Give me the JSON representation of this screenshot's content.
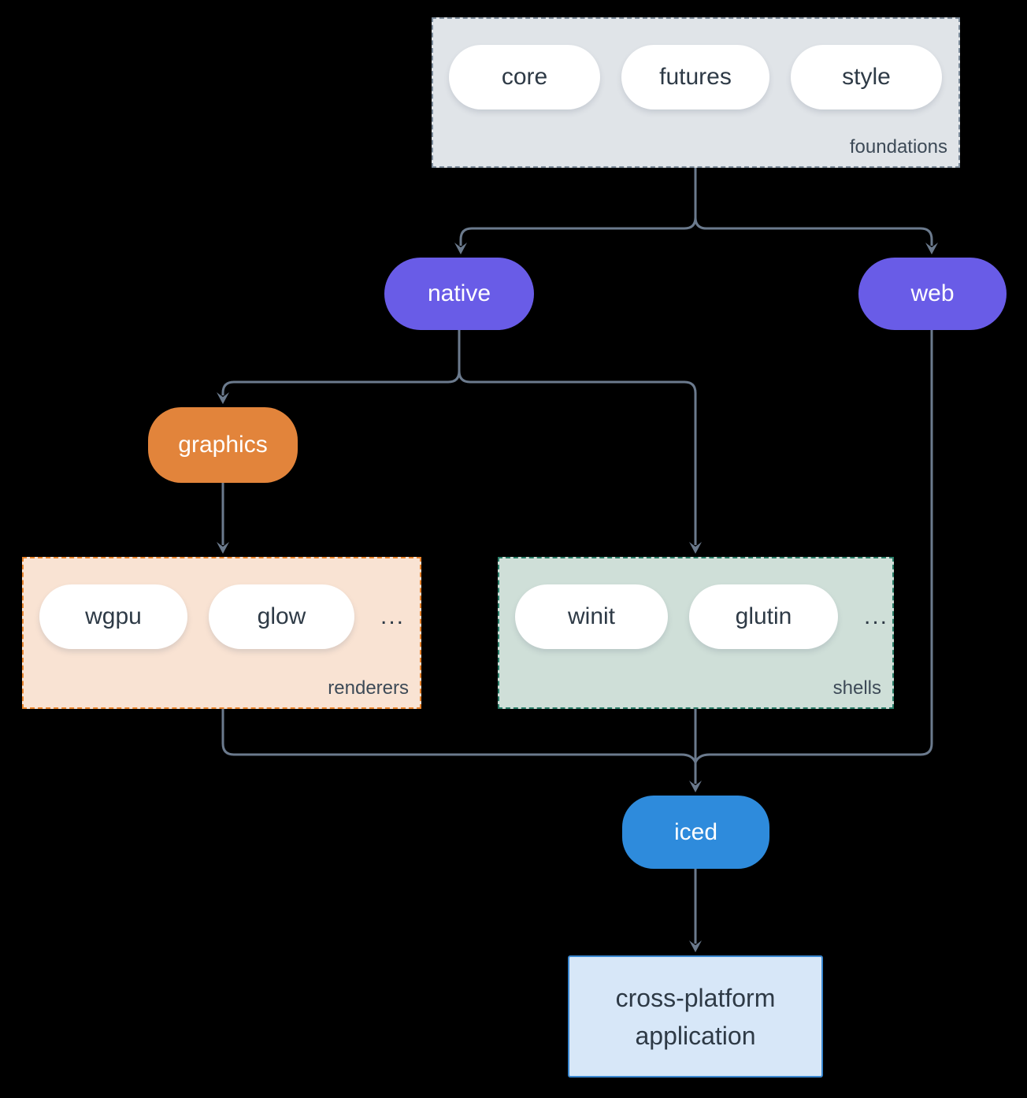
{
  "diagram": {
    "background": "#000000",
    "connector_color": "#6b7a8d",
    "groups": {
      "foundations": {
        "label": "foundations",
        "fill": "#e0e4e8",
        "border": "#7d8c9b",
        "pills": [
          "core",
          "futures",
          "style"
        ]
      },
      "renderers": {
        "label": "renderers",
        "fill": "#f9e3d3",
        "border": "#e8842d",
        "pills": [
          "wgpu",
          "glow"
        ],
        "ellipsis": "..."
      },
      "shells": {
        "label": "shells",
        "fill": "#cfdfd8",
        "border": "#2a7d68",
        "pills": [
          "winit",
          "glutin"
        ],
        "ellipsis": "..."
      }
    },
    "nodes": {
      "native": {
        "label": "native",
        "fill": "#695ce7"
      },
      "web": {
        "label": "web",
        "fill": "#695ce7"
      },
      "graphics": {
        "label": "graphics",
        "fill": "#e2843b"
      },
      "iced": {
        "label": "iced",
        "fill": "#2e8bdc"
      },
      "application": {
        "label_line1": "cross-platform",
        "label_line2": "application",
        "fill": "#d7e7f8",
        "border": "#3a87d0"
      }
    },
    "edges": [
      {
        "from": "foundations",
        "to": "native"
      },
      {
        "from": "foundations",
        "to": "web"
      },
      {
        "from": "native",
        "to": "graphics"
      },
      {
        "from": "native",
        "to": "shells"
      },
      {
        "from": "graphics",
        "to": "renderers"
      },
      {
        "from": "renderers",
        "to": "iced"
      },
      {
        "from": "shells",
        "to": "iced"
      },
      {
        "from": "web",
        "to": "iced"
      },
      {
        "from": "iced",
        "to": "application"
      }
    ]
  }
}
